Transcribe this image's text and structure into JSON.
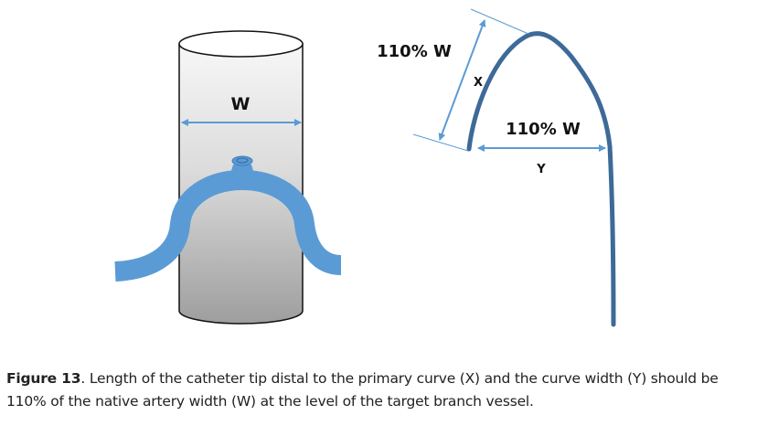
{
  "diagram": {
    "artery_label": "W",
    "x_dimension_label": "110% W",
    "x_label": "X",
    "y_dimension_label": "110% W",
    "y_label": "Y",
    "colors": {
      "arrow": "#5b9bd5",
      "vessel": "#5b9bd5",
      "catheter": "#3d6a98"
    }
  },
  "caption": {
    "figure_label": "Figure 13",
    "text": ". Length of the catheter tip distal to the primary curve (X) and the curve width (Y) should be 110% of the native artery width (W) at the level of the target branch vessel."
  }
}
